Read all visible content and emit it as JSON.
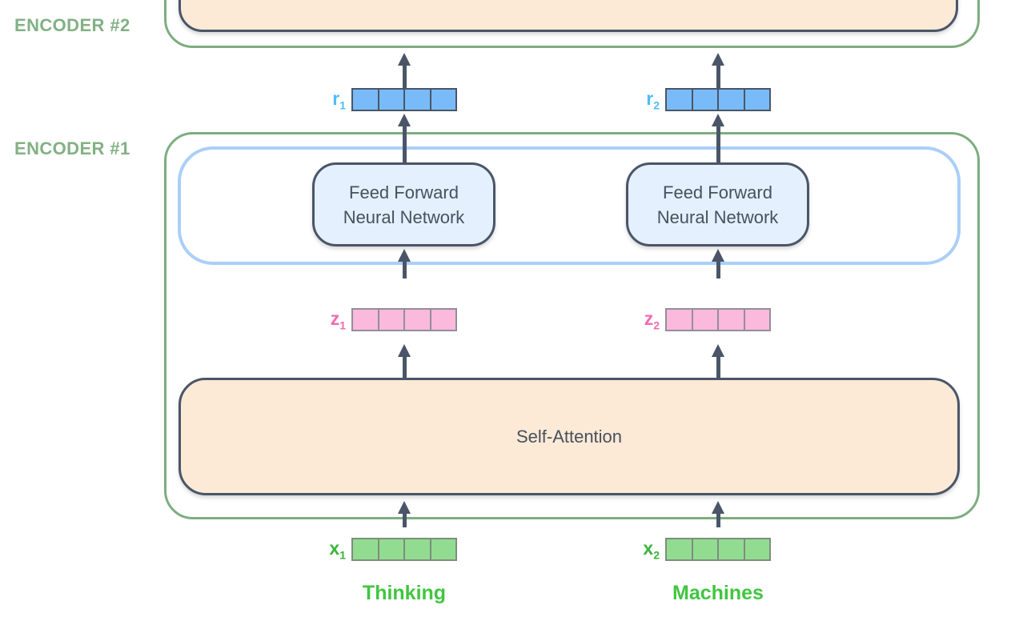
{
  "diagram": {
    "encoders": {
      "encoder2_label": "ENCODER #2",
      "encoder1_label": "ENCODER #1"
    },
    "blocks": {
      "feed_forward_left": {
        "line1": "Feed Forward",
        "line2": "Neural Network"
      },
      "feed_forward_right": {
        "line1": "Feed Forward",
        "line2": "Neural Network"
      },
      "self_attention_label": "Self-Attention"
    },
    "vectors": {
      "r1": {
        "base": "r",
        "sub": "1",
        "cells": 4
      },
      "r2": {
        "base": "r",
        "sub": "2",
        "cells": 4
      },
      "z1": {
        "base": "z",
        "sub": "1",
        "cells": 4
      },
      "z2": {
        "base": "z",
        "sub": "2",
        "cells": 4
      },
      "x1": {
        "base": "x",
        "sub": "1",
        "cells": 4
      },
      "x2": {
        "base": "x",
        "sub": "2",
        "cells": 4
      }
    },
    "input_words": {
      "left": "Thinking",
      "right": "Machines"
    },
    "colors": {
      "encoder_outline_green": "#7dad7f",
      "encoder_label_green": "#82b184",
      "dark_slate_outline": "#4a5568",
      "attention_fill_peach": "#fce9d6",
      "feed_forward_fill_blue": "#e4f0fd",
      "ffn_layer_outline_blue": "#aacff8",
      "r_vector_fill": "#79bbf8",
      "r_label": "#4cbdf7",
      "z_vector_fill": "#fbb9dc",
      "z_label": "#f16bae",
      "x_vector_fill": "#92dc92",
      "x_label": "#3ab43a",
      "input_word_green": "#40c640"
    }
  }
}
